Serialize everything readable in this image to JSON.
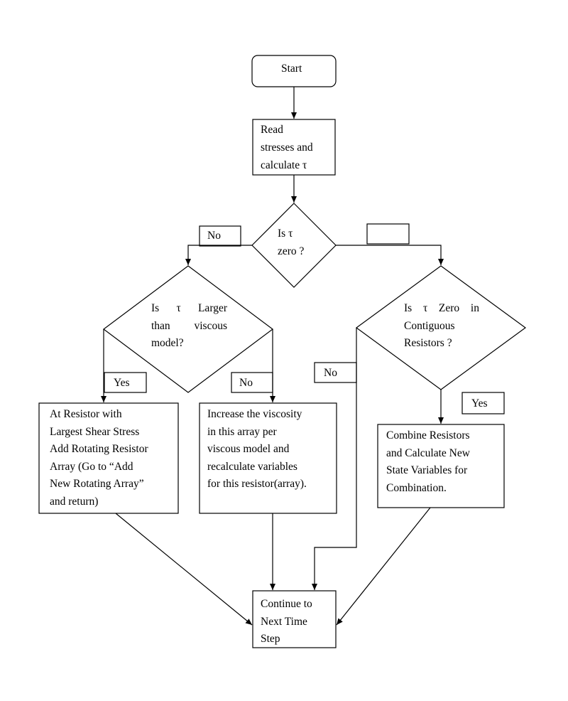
{
  "start": {
    "label": "Start"
  },
  "read_box": {
    "lines": [
      "Read",
      "stresses and",
      "calculate τ"
    ]
  },
  "decision_tau_zero": {
    "lines": [
      "Is τ",
      "zero ?"
    ]
  },
  "decision_larger_than_viscous": {
    "lines": [
      "Is  τ  Larger",
      "than  viscous",
      "model?"
    ]
  },
  "decision_zero_contiguous": {
    "lines": [
      "Is  τ  Zero  in",
      "Contiguous",
      "Resistors ?"
    ]
  },
  "box_add_rotating": {
    "lines": [
      "At Resistor with",
      "Largest Shear Stress",
      "Add Rotating Resistor",
      "Array (Go to “Add",
      "New Rotating Array”",
      "and return)"
    ]
  },
  "box_increase_viscosity": {
    "lines": [
      "Increase the viscosity",
      "in this array per",
      "viscous model and",
      "recalculate variables",
      "for this resistor(array)."
    ]
  },
  "box_combine_resistors": {
    "lines": [
      "Combine Resistors",
      "and Calculate New",
      "State Variables for",
      "Combination."
    ]
  },
  "box_continue": {
    "lines": [
      "Continue to",
      "Next Time",
      "Step"
    ]
  },
  "edge_labels": {
    "no_top_left": "No",
    "yes_top_right": "",
    "yes_left_left": "Yes",
    "no_left_right": "No",
    "no_right_left": "No",
    "yes_right_right": "Yes"
  }
}
